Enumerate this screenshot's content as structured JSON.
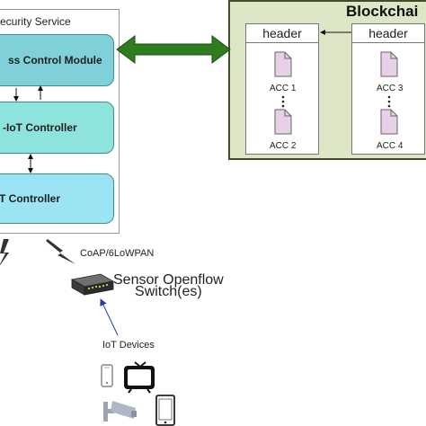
{
  "security_service": {
    "title": "ecurity Service",
    "modules": {
      "access_control": "ss Control Module",
      "iot_controller": "-IoT Controller",
      "t_controller": "-T Controller"
    }
  },
  "blockchain": {
    "title": "Blockchai",
    "blocks": [
      {
        "header": "header",
        "accounts": [
          "ACC 1",
          "ACC 2"
        ]
      },
      {
        "header": "header",
        "accounts": [
          "ACC 3",
          "ACC 4"
        ]
      }
    ]
  },
  "network": {
    "protocol_label": "CoAP/6LoWPAN",
    "switch_label_line1": "Sensor Openflow",
    "switch_label_line2": "Switch(es)"
  },
  "devices": {
    "label": "IoT Devices",
    "icons": [
      "smartphone-icon",
      "television-icon",
      "security-camera-icon",
      "tablet-icon"
    ]
  },
  "colors": {
    "access_module": "#7fd0d9",
    "iot_controller": "#8fe3dd",
    "t_controller": "#9be4f3",
    "blockchain_bg": "#dde7c8",
    "link_arrow": "#2e7d1f",
    "device_arrow": "#2b3fa0"
  }
}
